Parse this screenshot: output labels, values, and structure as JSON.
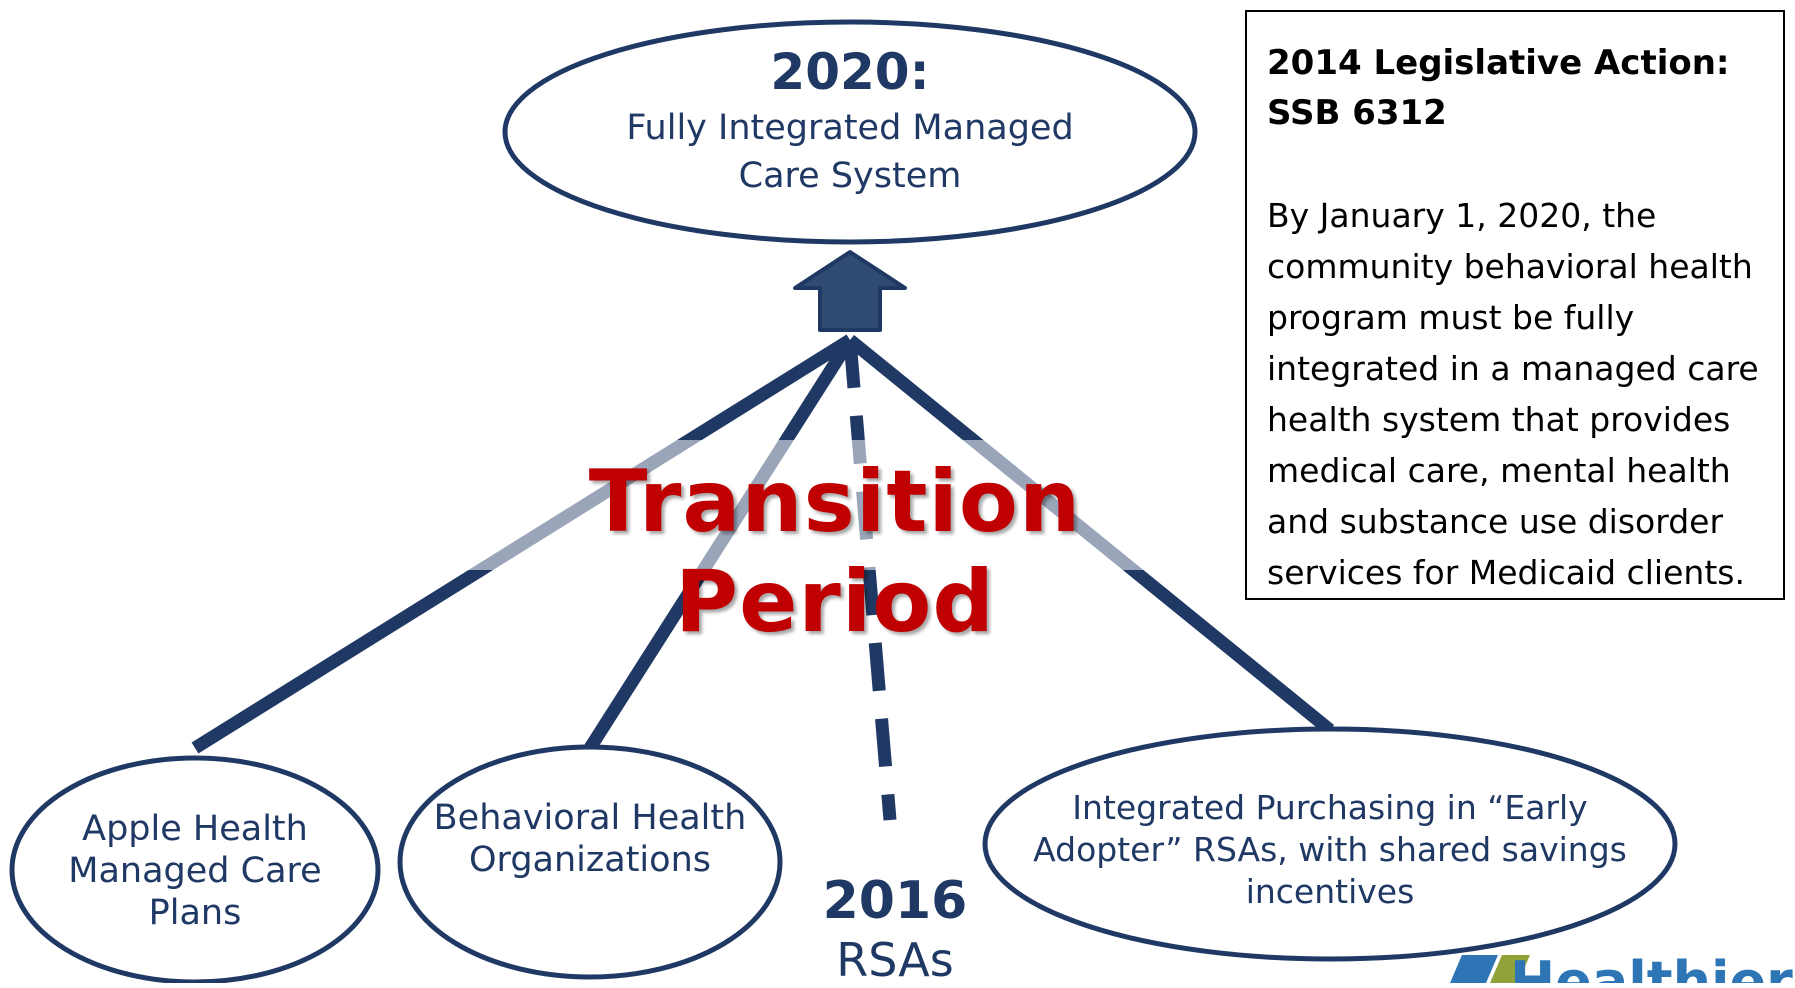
{
  "top_node": {
    "year": "2020:",
    "line1": "Fully Integrated Managed",
    "line2": "Care System"
  },
  "bottom_nodes": {
    "apple": "Apple Health Managed Care Plans",
    "bho": "Behavioral Health Organizations",
    "integrated": "Integrated Purchasing in “Early Adopter” RSAs, with shared savings incentives"
  },
  "rsa_label": {
    "year": "2016",
    "text": "RSAs"
  },
  "transition_title": "Transition Period",
  "legislation": {
    "heading": "2014 Legislative Action: SSB 6312",
    "body": "By January 1, 2020, the community behavioral health program must be fully integrated in a managed care health system that provides medical care, mental health and substance use disorder services for Medicaid clients."
  },
  "logo": {
    "text": "Healthier"
  },
  "colors": {
    "navy": "#1f3864",
    "arrow_fill": "#2f4b72",
    "title_red": "#c00000",
    "logo_blue": "#2e75b6",
    "logo_green": "#8fa33a"
  }
}
